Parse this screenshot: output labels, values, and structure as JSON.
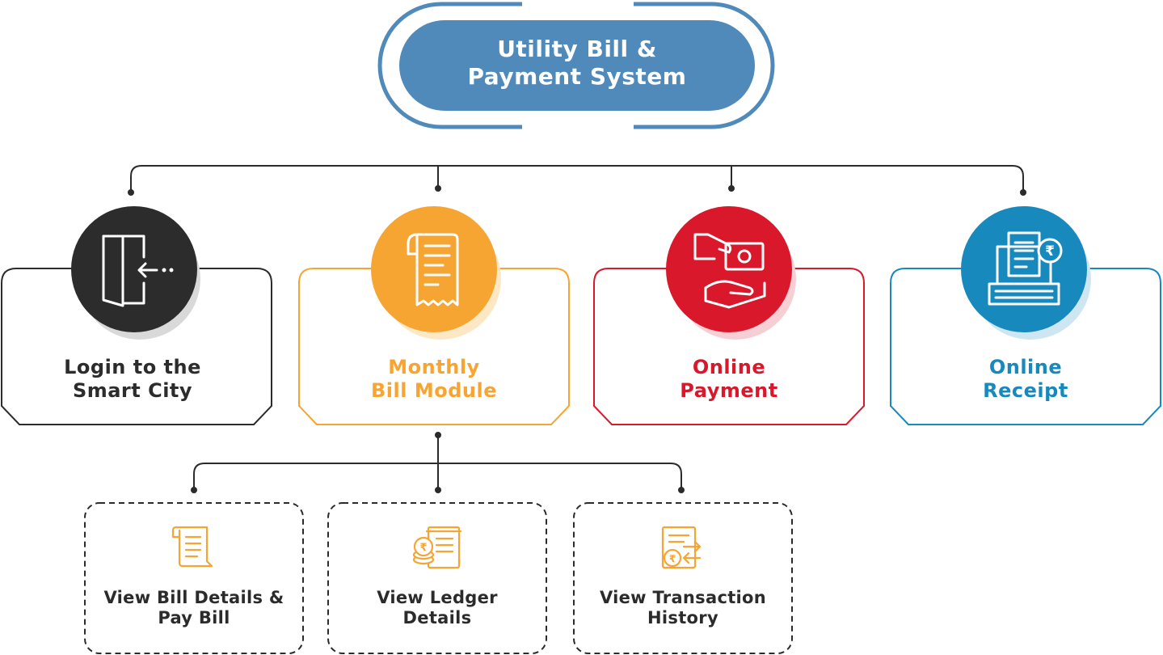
{
  "root": {
    "line1": "Utility Bill &",
    "line2": "Payment System",
    "color": "#4f8aba"
  },
  "modules": [
    {
      "key": "login",
      "line1": "Login to the",
      "line2": "Smart City",
      "color": "#2d2c2c",
      "icon": "door-exit-icon"
    },
    {
      "key": "monthly",
      "line1": "Monthly",
      "line2": "Bill Module",
      "color": "#f7a532",
      "icon": "receipt-icon"
    },
    {
      "key": "payment",
      "line1": "Online",
      "line2": "Payment",
      "color": "#d9182c",
      "icon": "cash-hand-icon"
    },
    {
      "key": "receipt",
      "line1": "Online",
      "line2": "Receipt",
      "color": "#1789bd",
      "icon": "laptop-receipt-icon"
    }
  ],
  "submodules": [
    {
      "key": "bill",
      "line1": "View Bill Details &",
      "line2": "Pay Bill",
      "icon": "bill-document-icon"
    },
    {
      "key": "ledger",
      "line1": "View Ledger",
      "line2": "Details",
      "icon": "ledger-coins-icon"
    },
    {
      "key": "transaction",
      "line1": "View Transaction",
      "line2": "History",
      "icon": "transaction-history-icon"
    }
  ],
  "colors": {
    "connector": "#2b2b2b",
    "sub_icon": "#f7a532",
    "sub_text": "#2b2b2b"
  }
}
